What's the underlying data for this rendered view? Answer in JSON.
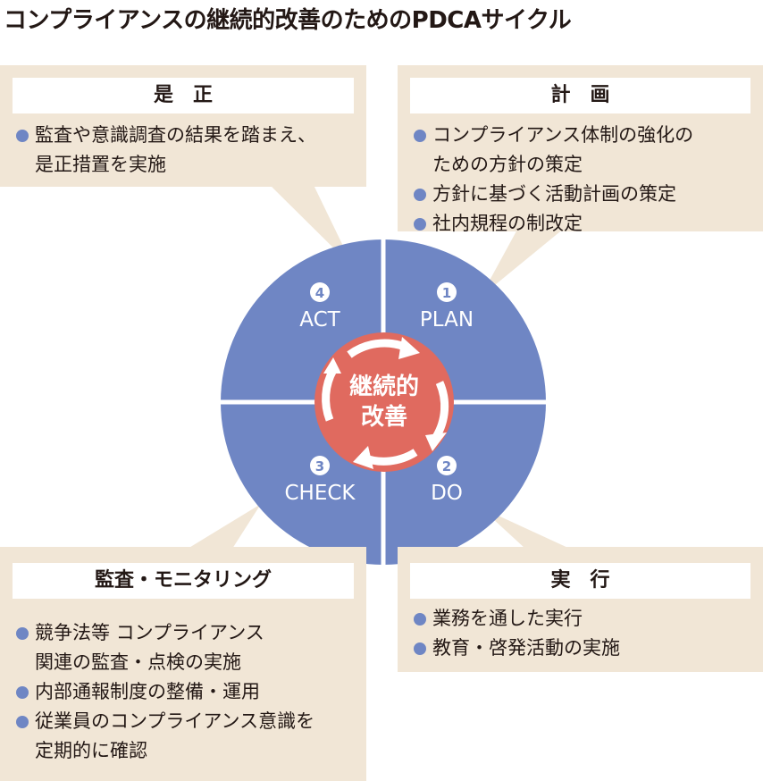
{
  "title": "コンプライアンスの継続的改善のためのPDCAサイクル",
  "center": {
    "line1": "継続的",
    "line2": "改善"
  },
  "quadrants": [
    {
      "number": "1",
      "label": "PLAN"
    },
    {
      "number": "2",
      "label": "DO"
    },
    {
      "number": "3",
      "label": "CHECK"
    },
    {
      "number": "4",
      "label": "ACT"
    }
  ],
  "boxes": {
    "act": {
      "heading": "是　正",
      "items": [
        {
          "lines": [
            "監査や意識調査の結果を踏まえ、",
            "是正措置を実施"
          ]
        }
      ]
    },
    "plan": {
      "heading": "計　画",
      "items": [
        {
          "lines": [
            "コンプライアンス体制の強化の",
            "ための方針の策定"
          ]
        },
        {
          "lines": [
            "方針に基づく活動計画の策定"
          ]
        },
        {
          "lines": [
            "社内規程の制改定"
          ]
        }
      ]
    },
    "check": {
      "heading": "監査・モニタリング",
      "items": [
        {
          "lines": [
            "競争法等 コンプライアンス",
            "関連の監査・点検の実施"
          ]
        },
        {
          "lines": [
            "内部通報制度の整備・運用"
          ]
        },
        {
          "lines": [
            "従業員のコンプライアンス意識を",
            "定期的に確認"
          ]
        }
      ]
    },
    "do": {
      "heading": "実　行",
      "items": [
        {
          "lines": [
            "業務を通した実行"
          ]
        },
        {
          "lines": [
            "教育・啓発活動の実施"
          ]
        }
      ]
    }
  },
  "colors": {
    "circle": "#6f86c4",
    "center": "#e06a5f",
    "box": "#f1e6d6",
    "bullet": "#6f86c4"
  }
}
